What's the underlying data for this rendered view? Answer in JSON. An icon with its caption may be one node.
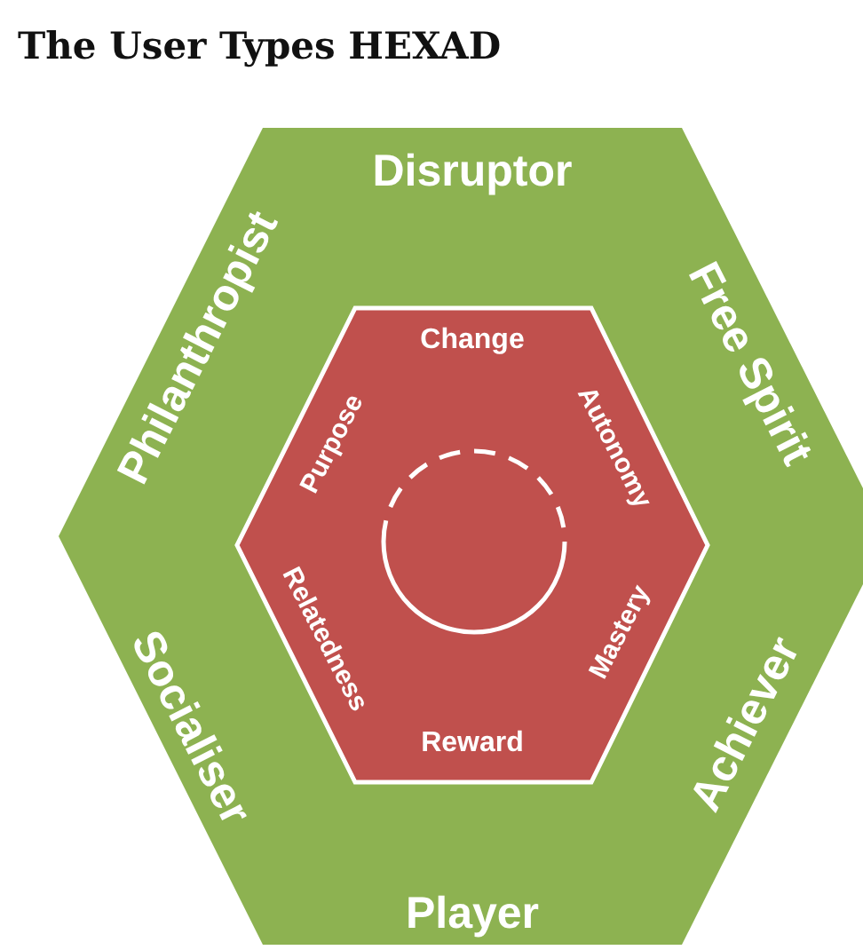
{
  "diagram": {
    "title": "The User Types HEXAD",
    "nodes": [
      {
        "text": [
          "Disruptor",
          "Philanthropist",
          "Free Spirit",
          "Socialiser",
          "Achiever",
          "Player"
        ]
      },
      {
        "text": [
          "Change",
          "Purpose",
          "Autonomy",
          "Relatedness",
          "Mastery",
          "Reward"
        ],
        "in": 0
      },
      {
        "text": [],
        "shape": "circle",
        "in": 1
      }
    ]
  }
}
